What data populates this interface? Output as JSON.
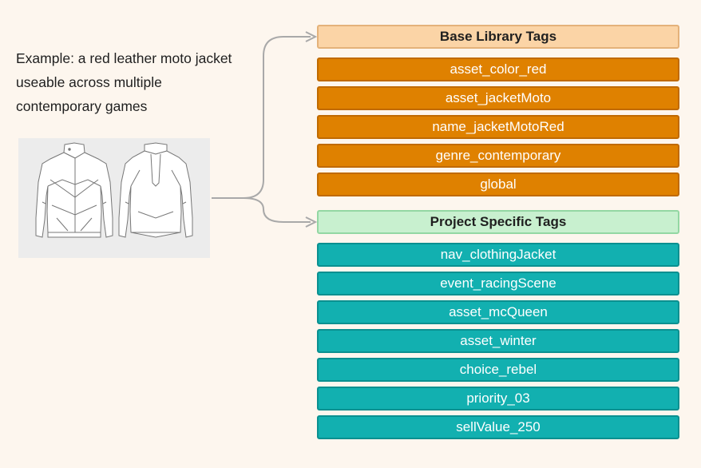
{
  "example_caption": "Example: a red leather moto jacket useable across multiple contemporary games",
  "base_library": {
    "title": "Base Library Tags",
    "tags": [
      "asset_color_red",
      "asset_jacketMoto",
      "name_jacketMotoRed",
      "genre_contemporary",
      "global"
    ]
  },
  "project_specific": {
    "title": "Project Specific Tags",
    "tags": [
      "nav_clothingJacket",
      "event_racingScene",
      "asset_mcQueen",
      "asset_winter",
      "choice_rebel",
      "priority_03",
      "sellValue_250"
    ]
  },
  "colors": {
    "background": "#fdf6ee",
    "base_header": "#fbd4a6",
    "base_tag": "#df8100",
    "project_header": "#c8f0cf",
    "project_tag": "#12b0b0",
    "connector": "#a9a9a9"
  },
  "illustration": "jacket-front-and-back-line-drawing"
}
